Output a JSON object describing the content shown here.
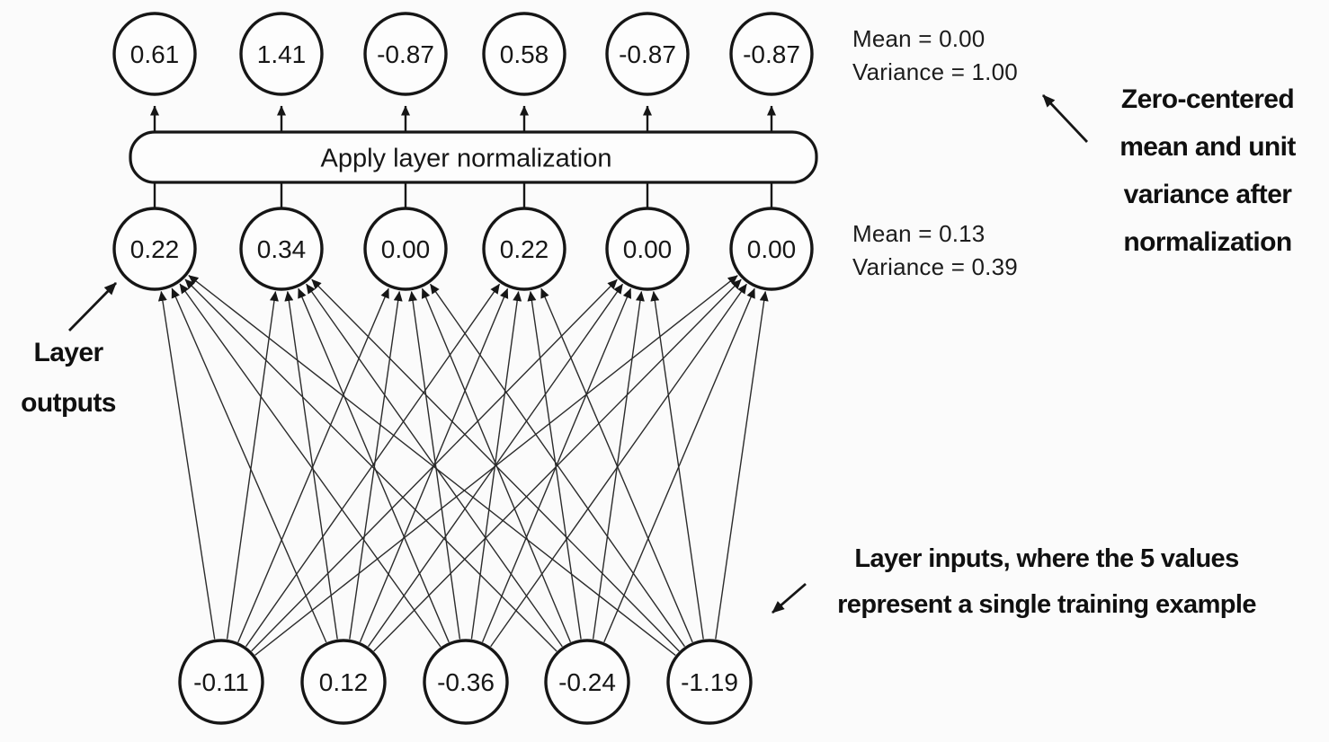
{
  "colors": {
    "ink": "#161616",
    "edge": "#2b2b2b",
    "background": "#fbfbfb",
    "node_fill": "#fdfdfd"
  },
  "diagram": {
    "box_label": "Apply layer normalization",
    "top_nodes": [
      "0.61",
      "1.41",
      "-0.87",
      "0.58",
      "-0.87",
      "-0.87"
    ],
    "middle_nodes": [
      "0.22",
      "0.34",
      "0.00",
      "0.22",
      "0.00",
      "0.00"
    ],
    "bottom_nodes": [
      "-0.11",
      "0.12",
      "-0.36",
      "-0.24",
      "-1.19"
    ]
  },
  "stats": {
    "after": {
      "mean": "Mean = 0.00",
      "variance": "Variance = 1.00"
    },
    "before": {
      "mean": "Mean = 0.13",
      "variance": "Variance = 0.39"
    }
  },
  "annotations": {
    "zero_centered": {
      "lines": [
        "Zero-centered",
        "mean and unit",
        "variance after",
        "normalization"
      ]
    },
    "layer_outputs": {
      "lines": [
        "Layer",
        "outputs"
      ]
    },
    "layer_inputs": {
      "lines": [
        "Layer inputs, where the 5 values",
        "represent a single training example"
      ]
    }
  }
}
